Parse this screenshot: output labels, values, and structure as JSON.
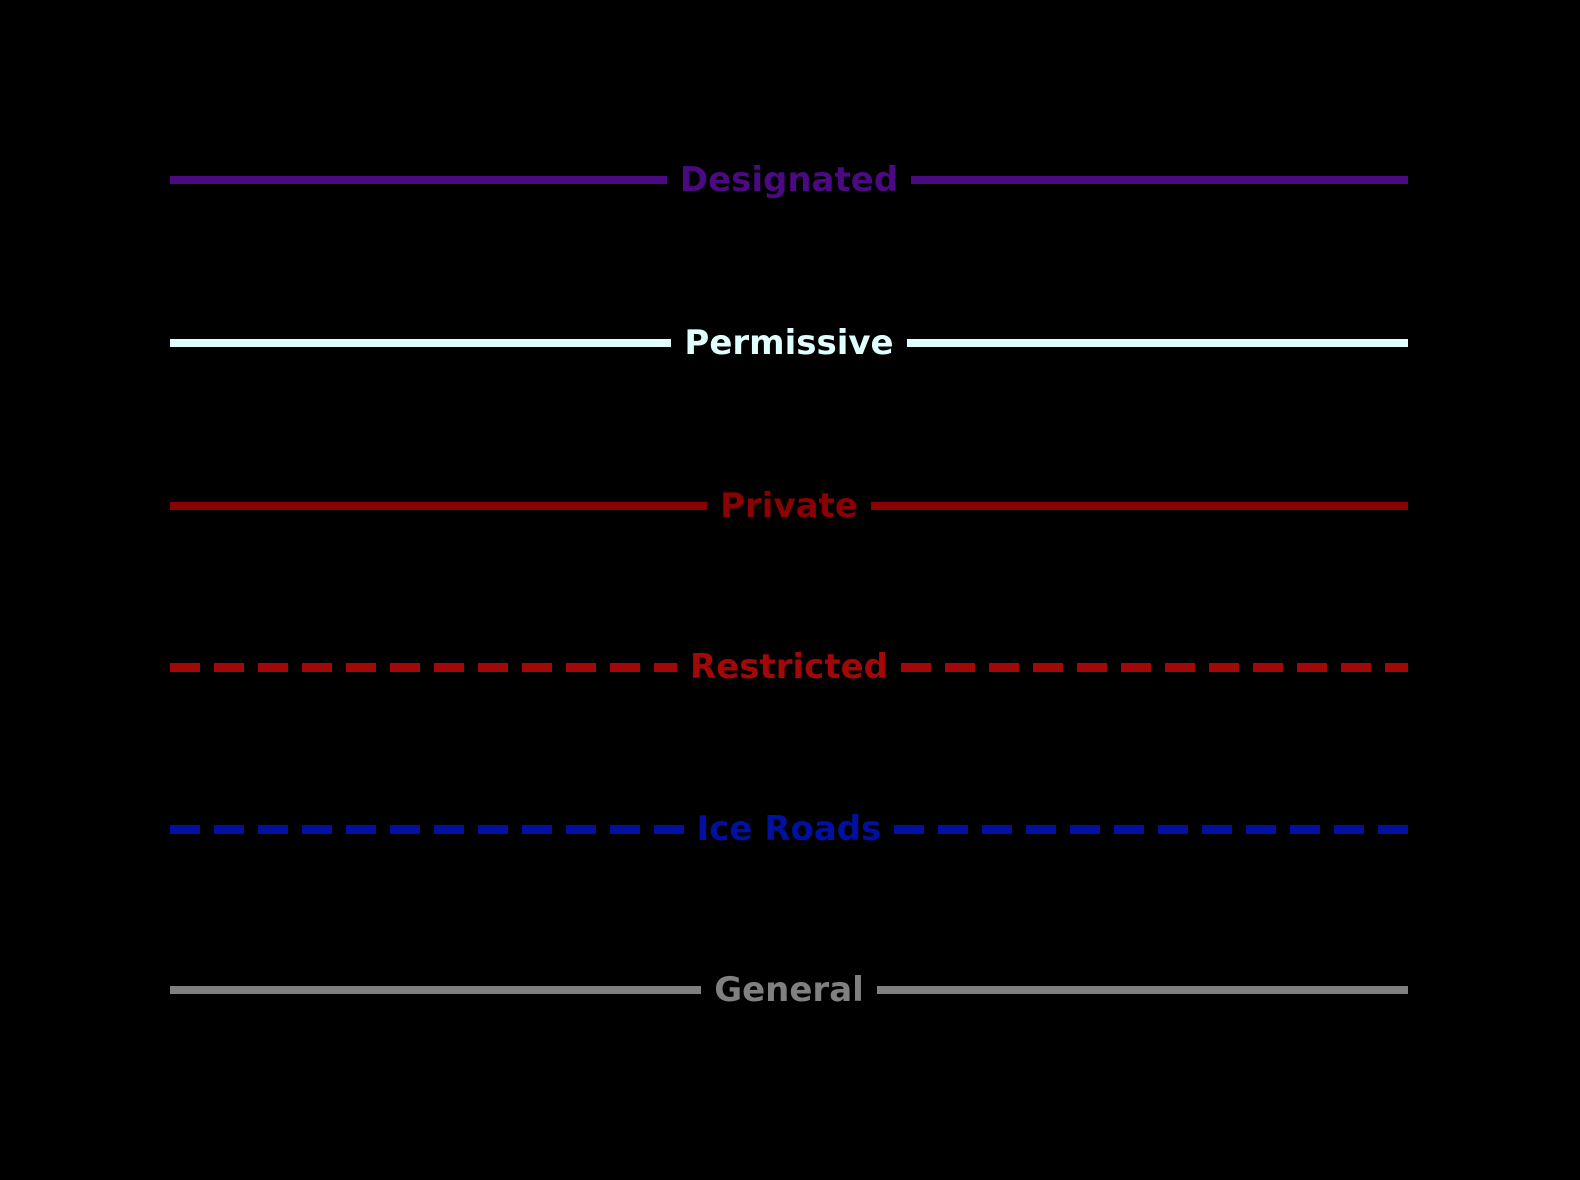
{
  "background_color": "#000000",
  "rows": [
    {
      "label": "Designated",
      "color": "#4B0982",
      "line_style": "solid"
    },
    {
      "label": "Permissive",
      "color": "#E0FFFF",
      "line_style": "solid"
    },
    {
      "label": "Private",
      "color": "#8B0000",
      "line_style": "solid"
    },
    {
      "label": "Restricted",
      "color": "#A30808",
      "line_style": "dashed"
    },
    {
      "label": "Ice Roads",
      "color": "#0010A0",
      "line_style": "dashed"
    },
    {
      "label": "General",
      "color": "#808080",
      "line_style": "solid"
    }
  ]
}
